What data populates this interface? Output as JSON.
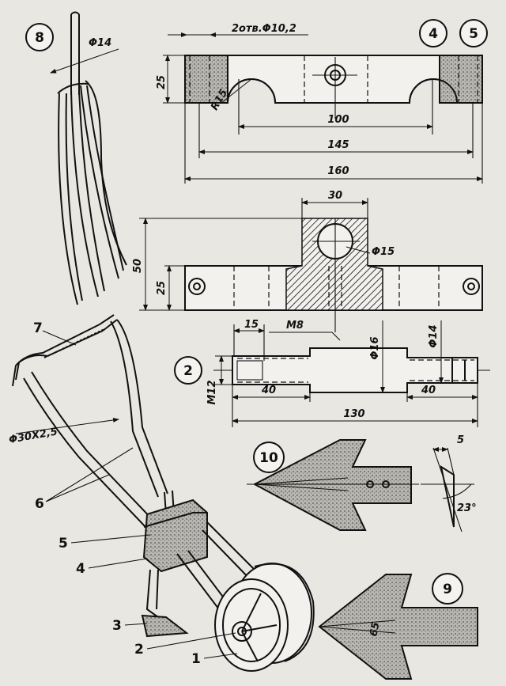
{
  "colors": {
    "ink": "#111111",
    "paper": "#e9e7e2",
    "fill": "#f2f1ee"
  },
  "callouts": {
    "c8": "8",
    "c45a": "4",
    "c45b": "5",
    "c2": "2",
    "c10": "10",
    "c9": "9"
  },
  "fork": {
    "phi14": "Φ14"
  },
  "bracket": {
    "holes": "2отв.Φ10,2",
    "h25": "25",
    "r15": "R15",
    "d100": "100",
    "d145": "145",
    "d160": "160"
  },
  "block": {
    "w30": "30",
    "h50": "50",
    "h25": "25",
    "phi15": "Φ15"
  },
  "axle": {
    "d15": "15",
    "m8": "M8",
    "phi16": "Φ16",
    "phi14": "Φ14",
    "m12": "M12",
    "d40a": "40",
    "d40b": "40",
    "d130": "130"
  },
  "blade10": {
    "d5": "5",
    "ang": "23°"
  },
  "blade9": {
    "d65": "65"
  },
  "assembly": {
    "tube": "Φ30X2,5",
    "p1": "1",
    "p2": "2",
    "p3": "3",
    "p4": "4",
    "p5": "5",
    "p6": "6",
    "p7": "7"
  }
}
